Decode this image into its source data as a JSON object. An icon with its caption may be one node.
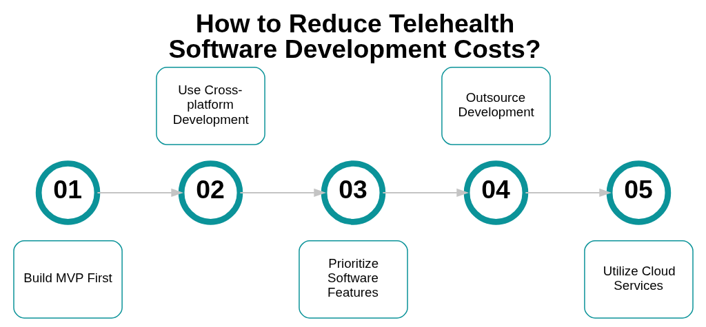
{
  "diagram": {
    "title": "How to Reduce Telehealth Software Development Costs?",
    "nodes": [
      {
        "text": [
          "01"
        ]
      },
      {
        "text": [
          "Build MVP First"
        ]
      },
      {
        "text": [
          "02"
        ]
      },
      {
        "text": [
          "Use Cross-platform Development"
        ]
      },
      {
        "text": [
          "03"
        ]
      },
      {
        "text": [
          "Prioritize Software Features"
        ]
      },
      {
        "text": [
          "04"
        ]
      },
      {
        "text": [
          "Outsource Development"
        ]
      },
      {
        "text": [
          "05"
        ]
      },
      {
        "text": [
          "Utilize Cloud Services"
        ]
      }
    ],
    "edges": [
      {
        "from": 0,
        "to": 2,
        "arrow": "to"
      },
      {
        "from": 2,
        "to": 4,
        "arrow": "to"
      },
      {
        "from": 4,
        "to": 6,
        "arrow": "to"
      },
      {
        "from": 6,
        "to": 8,
        "arrow": "to"
      }
    ]
  }
}
